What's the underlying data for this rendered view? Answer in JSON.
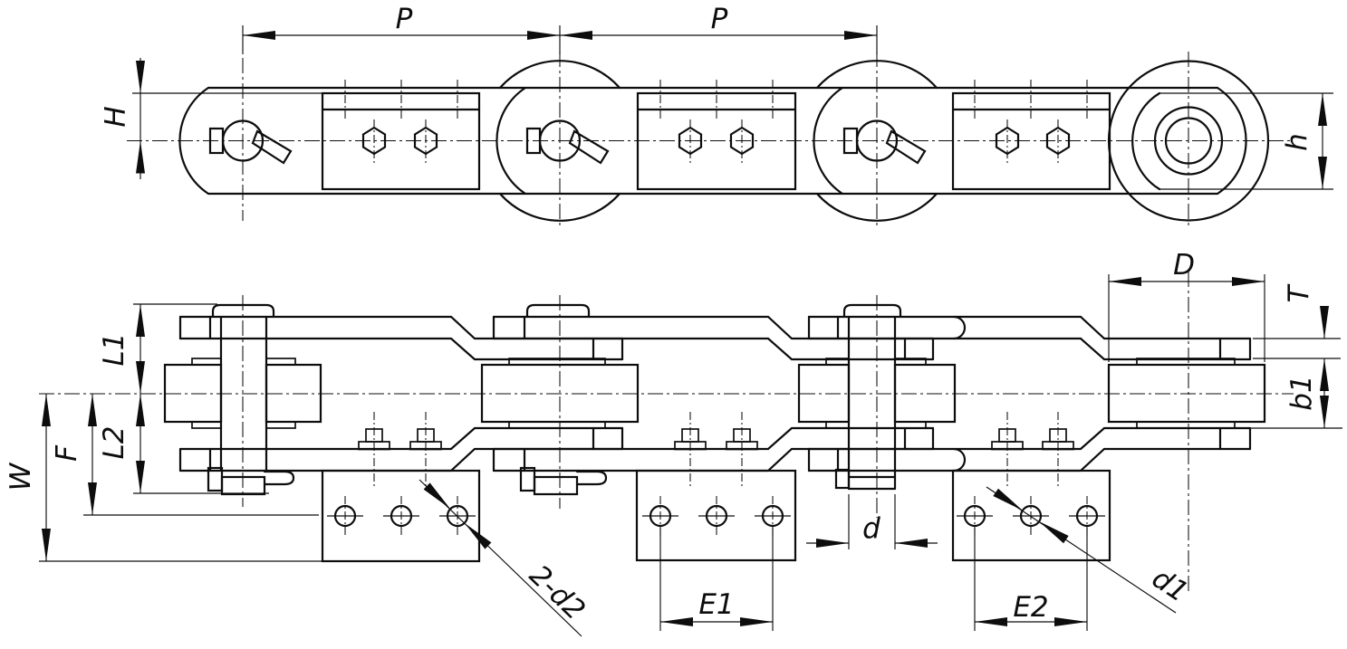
{
  "colors": {
    "line": "#0d0d0d",
    "background": "#ffffff"
  },
  "drawing_type": "roller conveyor chain with attachments, two orthographic views",
  "labels": {
    "P1": "P",
    "P2": "P",
    "H": "H",
    "h": "h",
    "D": "D",
    "T": "T",
    "b1": "b1",
    "L1": "L1",
    "L2": "L2",
    "F": "F",
    "W": "W",
    "d": "d",
    "E1": "E1",
    "E2": "E2",
    "d1": "d1",
    "two_d2": "2-d2"
  }
}
